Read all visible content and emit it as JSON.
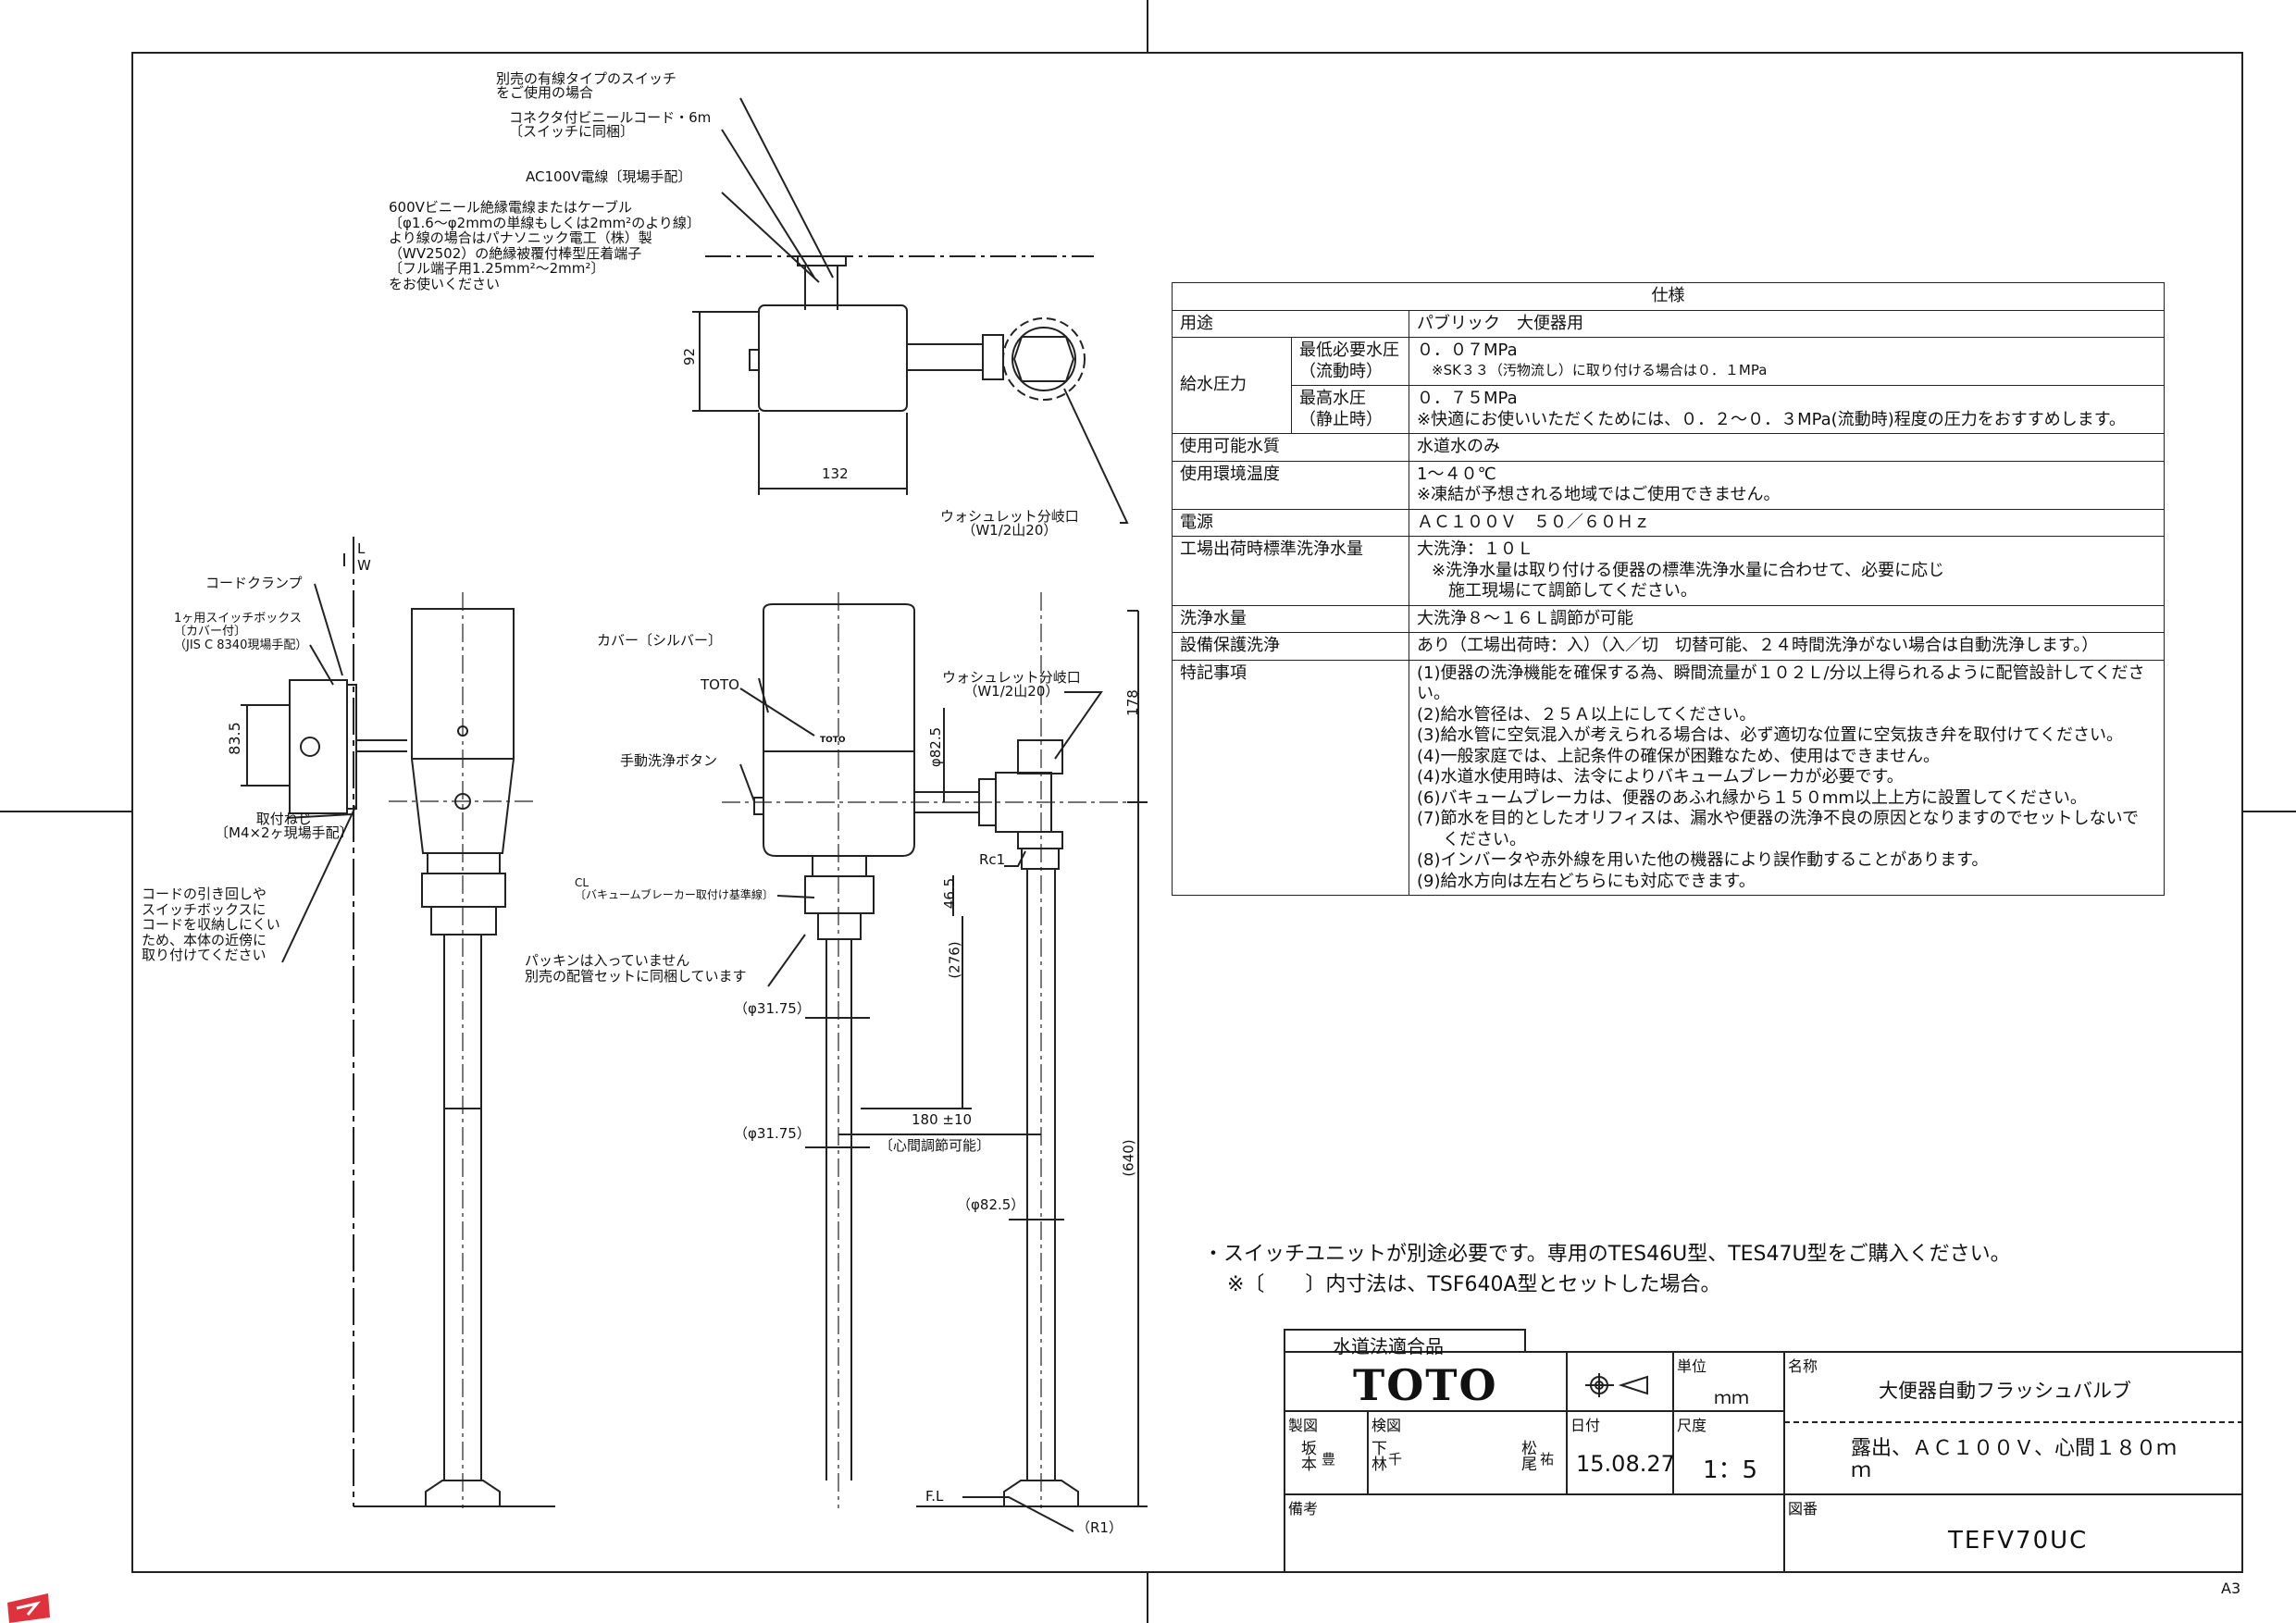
{
  "callouts": {
    "switch_note_1": "別売の有線タイプのスイッチ",
    "switch_note_2": "をご使用の場合",
    "cord_1": "コネクタ付ビニールコード・6m",
    "cord_2": "〔スイッチに同梱〕",
    "ac_wire": "AC100V電線〔現場手配〕",
    "cable_1": "600Vビニール絶縁電線またはケーブル",
    "cable_2": "〔φ1.6～φ2mmの単線もしくは2mm²のより線〕",
    "cable_3": "より線の場合はパナソニック電工（株）製",
    "cable_4": "（WV2502）の絶縁被覆付棒型圧着端子",
    "cable_5": "〔フル端子用1.25mm²～2mm²〕",
    "cable_6": "をお使いください",
    "washlet_branch_top_1": "ウォシュレット分岐口",
    "washlet_branch_top_2": "（W1/2山20）",
    "cord_clamp": "コードクランプ",
    "switch_box_1": "1ヶ用スイッチボックス",
    "switch_box_2": "〔カバー付〕",
    "switch_box_3": "（JIS C 8340現場手配）",
    "mount_screw_1": "取付ねじ",
    "mount_screw_2": "〔M4×2ヶ現場手配〕",
    "cord_route_1": "コードの引き回しや",
    "cord_route_2": "スイッチボックスに",
    "cord_route_3": "コードを収納しにくい",
    "cord_route_4": "ため、本体の近傍に",
    "cord_route_5": "取り付けてください",
    "cover": "カバー〔シルバー〕",
    "toto_label": "TOTO",
    "toto_small": "TOTO",
    "manual_button": "手動洗浄ボタン",
    "washlet_branch_mid_1": "ウォシュレット分岐口",
    "washlet_branch_mid_2": "（W1/2山20）",
    "rc1": "Rc1",
    "cl_1": "CL",
    "cl_2": "〔バキュームブレーカー取付け基準線〕",
    "packing_1": "パッキンは入っていません",
    "packing_2": "別売の配管セットに同梱しています",
    "fl": "F.L",
    "r1": "（R1）"
  },
  "dimensions": {
    "d92": "92",
    "d132": "132",
    "d83_5": "83.5",
    "d82_5_v": "φ82.5",
    "d46_5": "46.5",
    "d276": "(276)",
    "d178": "178",
    "d640": "(640)",
    "d31_75_a": "（φ31.75）",
    "d31_75_b": "（φ31.75）",
    "d180": "180 ±10",
    "d180_note": "〔心間調節可能〕",
    "d82_5_h": "（φ82.5）",
    "d_L": "L",
    "d_W": "W"
  },
  "spec": {
    "header": "仕様",
    "rows": {
      "use_label": "用途",
      "use_value": "パブリック　大便器用",
      "pressure_label": "給水圧力",
      "min_label_1": "最低必要水圧",
      "min_label_2": "（流動時）",
      "min_value": "０．０７MPa",
      "min_note": "※SK３３（汚物流し）に取り付ける場合は０．１MPa",
      "max_label_1": "最高水圧",
      "max_label_2": "（静止時）",
      "max_value": "０．７５MPa",
      "max_note": "※快適にお使いいただくためには、０．２～０．３MPa(流動時)程度の圧力をおすすめします。",
      "water_label": "使用可能水質",
      "water_value": "水道水のみ",
      "temp_label": "使用環境温度",
      "temp_value": "1～４０℃",
      "temp_note": "※凍結が予想される地域ではご使用できません。",
      "power_label": "電源",
      "power_value": "ＡＣ１００Ｖ　５０／６０Ｈｚ",
      "factory_label": "工場出荷時標準洗浄水量",
      "factory_value": "大洗浄：１０Ｌ",
      "factory_note_1": "※洗浄水量は取り付ける便器の標準洗浄水量に合わせて、必要に応じ",
      "factory_note_2": "施工現場にて調節してください。",
      "flush_label": "洗浄水量",
      "flush_value": "大洗浄８～１６Ｌ調節が可能",
      "protect_label": "設備保護洗浄",
      "protect_value": "あり（工場出荷時：入）（入／切　切替可能、２４時間洗浄がない場合は自動洗浄します。）",
      "notes_label": "特記事項",
      "notes": [
        "(1)便器の洗浄機能を確保する為、瞬間流量が１０２Ｌ/分以上得られるように配管設計してください。",
        "(2)給水管径は、２５Ａ以上にしてください。",
        "(3)給水管に空気混入が考えられる場合は、必ず適切な位置に空気抜き弁を取付けてください。",
        "(4)一般家庭では、上記条件の確保が困難なため、使用はできません。",
        "(4)水道水使用時は、法令によりバキュームブレーカが必要です。",
        "(6)バキュームブレーカは、便器のあふれ縁から１５０mm以上上方に設置してください。",
        "(7)節水を目的としたオリフィスは、漏水や便器の洗浄不良の原因となりますのでセットしないで",
        "ください。",
        "(8)インバータや赤外線を用いた他の機器により誤作動することがあります。",
        "(9)給水方向は左右どちらにも対応できます。"
      ]
    }
  },
  "notes": {
    "line1": "・スイッチユニットが別途必要です。専用のTES46U型、TES47U型をご購入ください。",
    "line2": "※〔　　〕内寸法は、TSF640A型とセットした場合。"
  },
  "title_block": {
    "cert": "水道法適合品",
    "logo": "TOTO",
    "unit_label": "単位",
    "unit_value": "ｍｍ",
    "name_label": "名称",
    "name_value": "大便器自動フラッシュバルブ",
    "drawn_label": "製図",
    "drawn_value_1": "坂",
    "drawn_value_2": "本",
    "drawn_stamp": "豊",
    "check_label": "検図",
    "check_value_1": "下",
    "check_value_2": "林",
    "check_stamp": "千",
    "approve_value_1": "松",
    "approve_value_2": "尾",
    "approve_stamp": "祐",
    "date_label": "日付",
    "date_value": "15.08.27",
    "scale_label": "尺度",
    "scale_value": "1：5",
    "desc_value_1": "露出、ＡＣ１００Ｖ、心間１８０ｍ",
    "desc_value_2": "ｍ",
    "remarks_label": "備考",
    "drawing_no_label": "図番",
    "drawing_no_value": "TEFV70UC",
    "paper": "A3"
  },
  "colors": {
    "ink": "#111111",
    "line": "#222222",
    "corner_mark": "#e0323c"
  }
}
